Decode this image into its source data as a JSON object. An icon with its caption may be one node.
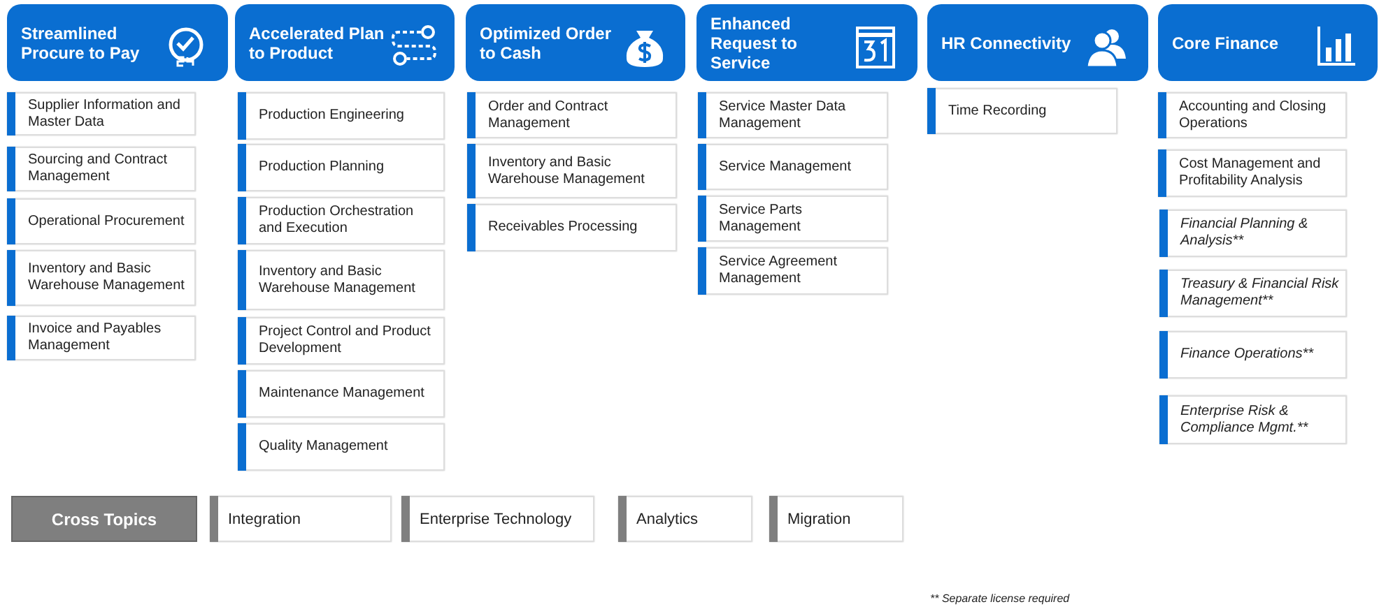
{
  "diagram": {
    "nodes": [
      {
        "text": [
          "Streamlined Procure to Pay"
        ]
      },
      {
        "text": [
          "Supplier Information and Master Data"
        ]
      },
      {
        "text": [
          "Sourcing and Contract Management"
        ]
      },
      {
        "text": [
          "Operational Procurement"
        ]
      },
      {
        "text": [
          "Inventory and Basic Warehouse Management"
        ]
      },
      {
        "text": [
          "Invoice and Payables Management"
        ]
      },
      {
        "text": [
          "Accelerated Plan to Product"
        ]
      },
      {
        "text": [
          "Production Engineering"
        ]
      },
      {
        "text": [
          "Production Planning"
        ]
      },
      {
        "text": [
          "Production Orchestration and Execution"
        ]
      },
      {
        "text": [
          "Inventory and Basic Warehouse Management"
        ]
      },
      {
        "text": [
          "Project Control and Product Development"
        ]
      },
      {
        "text": [
          "Maintenance Management"
        ]
      },
      {
        "text": [
          "Quality Management"
        ]
      },
      {
        "text": [
          "Optimized Order to Cash"
        ]
      },
      {
        "text": [
          "Order and Contract Management"
        ]
      },
      {
        "text": [
          "Inventory and Basic Warehouse Management"
        ]
      },
      {
        "text": [
          "Receivables Processing"
        ]
      },
      {
        "text": [
          "Enhanced Request to Service"
        ]
      },
      {
        "text": [
          "Service Master Data Management"
        ]
      },
      {
        "text": [
          "Service Management"
        ]
      },
      {
        "text": [
          "Service Parts Management"
        ]
      },
      {
        "text": [
          "Service Agreement Management"
        ]
      },
      {
        "text": [
          "HR Connectivity"
        ]
      },
      {
        "text": [
          "Time Recording"
        ]
      },
      {
        "text": [
          "Core Finance"
        ]
      },
      {
        "text": [
          "Accounting and Closing Operations"
        ]
      },
      {
        "text": [
          "Cost Management and Profitability Analysis"
        ]
      },
      {
        "text": [
          "Financial Planning & Analysis**"
        ]
      },
      {
        "text": [
          "Treasury & Financial Risk Management**"
        ]
      },
      {
        "text": [
          "Finance Operations**"
        ]
      },
      {
        "text": [
          "Enterprise Risk & Compliance Mgmt.**"
        ]
      },
      {
        "text": [
          "Cross Topics"
        ]
      },
      {
        "text": [
          "Integration"
        ]
      },
      {
        "text": [
          "Enterprise Technology"
        ]
      },
      {
        "text": [
          "Analytics"
        ]
      },
      {
        "text": [
          "Migration"
        ]
      }
    ],
    "edges": [],
    "labels": [
      "** Separate license required"
    ]
  }
}
